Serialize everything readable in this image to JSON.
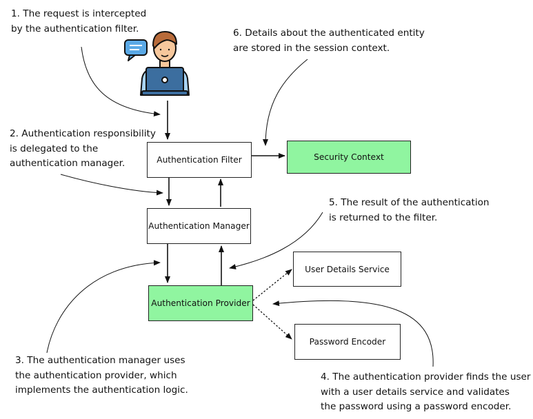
{
  "notes": {
    "n1": [
      "1. The request is intercepted",
      "by the authentication filter."
    ],
    "n2": [
      "2. Authentication responsibility",
      "is delegated to the",
      "authentication manager."
    ],
    "n3": [
      "3. The authentication manager uses",
      "the authentication provider, which",
      "implements the authentication logic."
    ],
    "n4": [
      "4. The authentication provider finds the user",
      "with a user details service and validates",
      "the password  using a password encoder."
    ],
    "n5": [
      "5. The result of the authentication",
      "is returned to the filter."
    ],
    "n6": [
      "6. Details about the authenticated entity",
      "are stored in the session context."
    ]
  },
  "boxes": {
    "auth_filter": "Authentication Filter",
    "security_context": "Security Context",
    "auth_manager": "Authentication Manager",
    "auth_provider": "Authentication Provider",
    "user_details_service": "User Details Service",
    "password_encoder": "Password Encoder"
  },
  "colors": {
    "highlight_box": "#90f5a0",
    "box_border": "#222222",
    "speech_bubble": "#5aa9e6",
    "laptop": "#3c6e9f",
    "shirt": "#a9d4f5",
    "skin": "#f6c79c",
    "hair": "#b86b3a"
  },
  "icons": [
    "user-at-laptop-icon",
    "speech-bubble-icon"
  ]
}
